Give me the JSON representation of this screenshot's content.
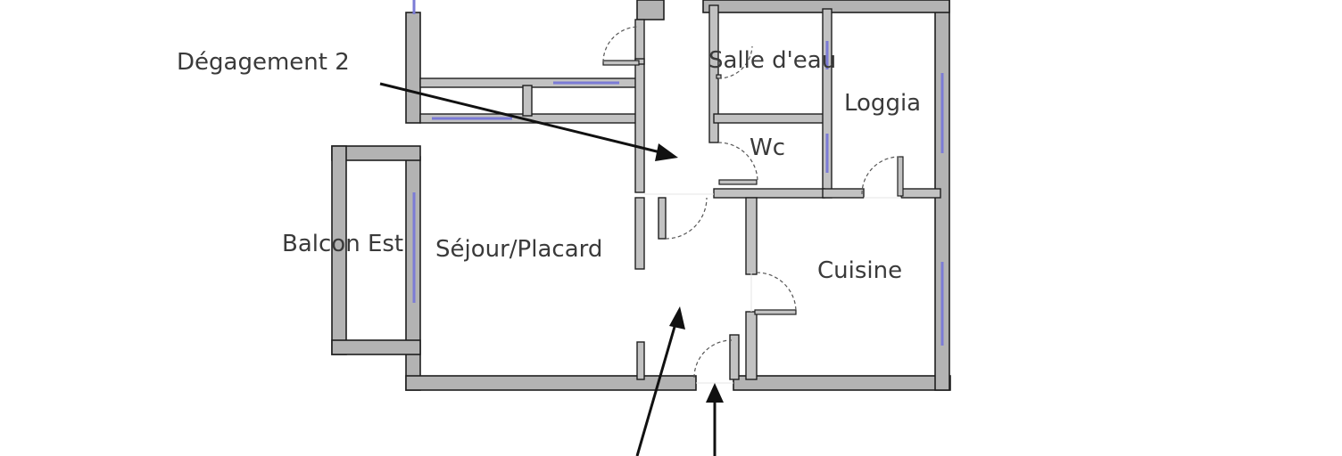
{
  "rooms": {
    "degagement2": "Dégagement 2",
    "salle_deau": "Salle d'eau",
    "loggia": "Loggia",
    "wc": "Wc",
    "balcon_est": "Balcon Est",
    "sejour": "Séjour/Placard",
    "cuisine": "Cuisine"
  },
  "colors": {
    "wall_fill": "#b3b3b3",
    "wall_outline": "#1f1f1f",
    "window": "#7b7bd6",
    "label_text": "#3a3a3a",
    "arrow": "#111111"
  }
}
